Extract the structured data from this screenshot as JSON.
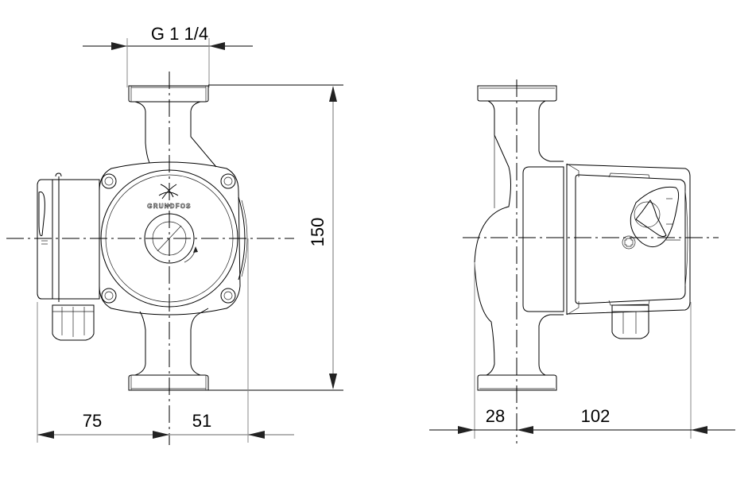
{
  "drawing": {
    "type": "technical dimension drawing",
    "subject": "circulator pump",
    "brand_logo_text": "GRUNDFOS",
    "views": [
      {
        "name": "front view",
        "id": "front"
      },
      {
        "name": "side view",
        "id": "side"
      }
    ]
  },
  "dimensions": {
    "thread": "G 1 1/4",
    "height": "150",
    "front_left": "75",
    "front_right": "51",
    "side_left": "28",
    "side_right": "102"
  },
  "colors": {
    "line": "#000000",
    "extension_line": "#8a8a8a",
    "background": "#ffffff"
  }
}
